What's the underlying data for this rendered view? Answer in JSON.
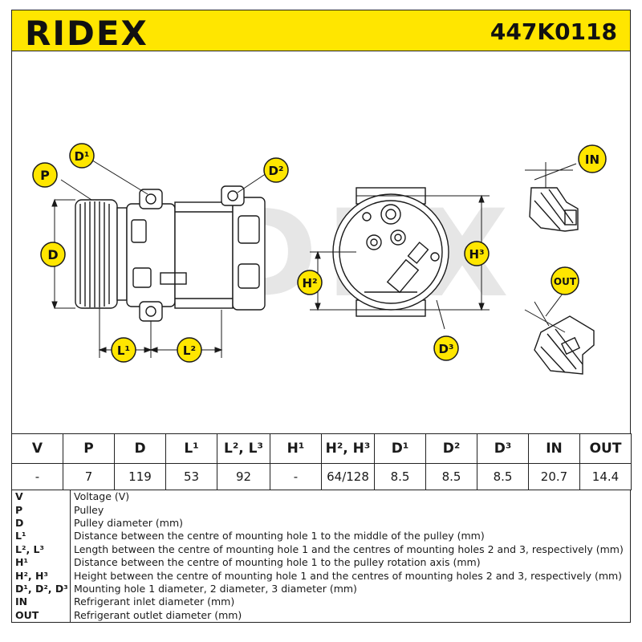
{
  "header": {
    "brand": "RIDEX",
    "part_number": "447K0118"
  },
  "watermark": "RIDEX",
  "labels": {
    "P": "P",
    "D1": "D¹",
    "D2": "D²",
    "D": "D",
    "L1": "L¹",
    "L2": "L²",
    "H2": "H²",
    "H3": "H³",
    "D3": "D³",
    "IN": "IN",
    "OUT": "OUT"
  },
  "specs": {
    "headers": [
      "V",
      "P",
      "D",
      "L¹",
      "L², L³",
      "H¹",
      "H², H³",
      "D¹",
      "D²",
      "D³",
      "IN",
      "OUT"
    ],
    "values": [
      "-",
      "7",
      "119",
      "53",
      "92",
      "-",
      "64/128",
      "8.5",
      "8.5",
      "8.5",
      "20.7",
      "14.4"
    ]
  },
  "legend": [
    {
      "sym": "V",
      "desc": "Voltage (V)"
    },
    {
      "sym": "P",
      "desc": "Pulley"
    },
    {
      "sym": "D",
      "desc": "Pulley diameter (mm)"
    },
    {
      "sym": "L¹",
      "desc": "Distance between the centre of mounting hole 1 to the middle of the pulley (mm)"
    },
    {
      "sym": "L², L³",
      "desc": "Length between the centre of mounting hole 1 and the centres of mounting holes 2 and 3, respectively (mm)"
    },
    {
      "sym": "H¹",
      "desc": "Distance between the centre of mounting hole 1 to the pulley rotation axis (mm)"
    },
    {
      "sym": "H², H³",
      "desc": "Height between the centre of mounting hole 1 and the centres of mounting holes 2 and 3, respectively (mm)"
    },
    {
      "sym": "D¹, D², D³",
      "desc": "Mounting hole 1 diameter, 2 diameter, 3 diameter (mm)"
    },
    {
      "sym": "IN",
      "desc": "Refrigerant inlet diameter (mm)"
    },
    {
      "sym": "OUT",
      "desc": "Refrigerant outlet diameter (mm)"
    }
  ],
  "colors": {
    "accent": "#ffe600",
    "ink": "#1a1a1a",
    "watermark": "#e6e6e6"
  }
}
